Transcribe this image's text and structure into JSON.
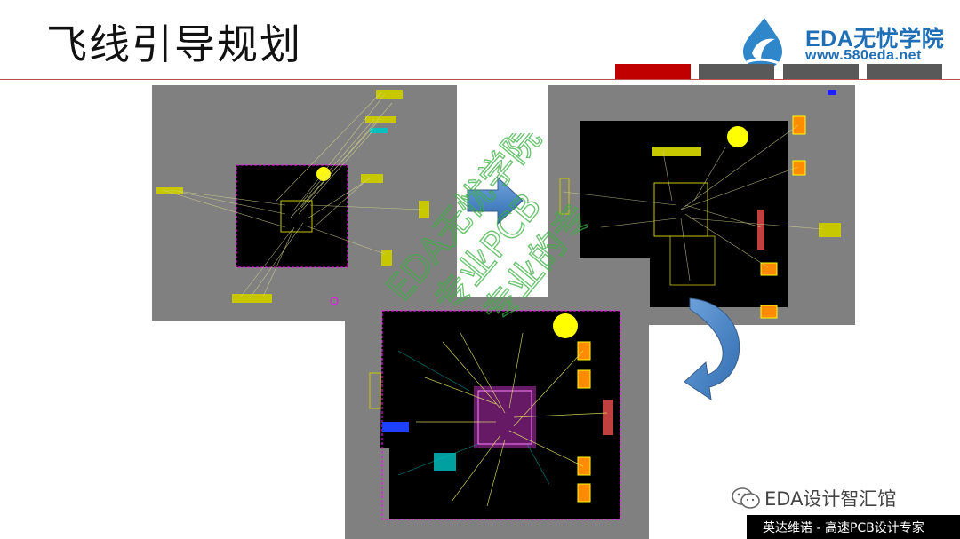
{
  "slide": {
    "title": "飞线引导规划"
  },
  "brand": {
    "name": "EDA无忧学院",
    "url": "www.580eda.net",
    "logo_icon": "water-drop-logo-icon",
    "color": "#1f6fb6"
  },
  "header_tabs": [
    {
      "color": "#c00000"
    },
    {
      "color": "#595959"
    },
    {
      "color": "#595959"
    },
    {
      "color": "#595959"
    }
  ],
  "watermark": {
    "line1": "EDA无忧学院",
    "line2": "专业PCB",
    "line3": "专业的专"
  },
  "footer": {
    "wechat_icon": "wechat-icon",
    "account": "EDA设计智汇馆",
    "tagline": "英达维诺 - 高速PCB设计专家"
  },
  "colors": {
    "accent_red": "#c00000",
    "panel_gray": "#808080",
    "board_black": "#000000",
    "arrow_blue": "#4f81bd"
  }
}
